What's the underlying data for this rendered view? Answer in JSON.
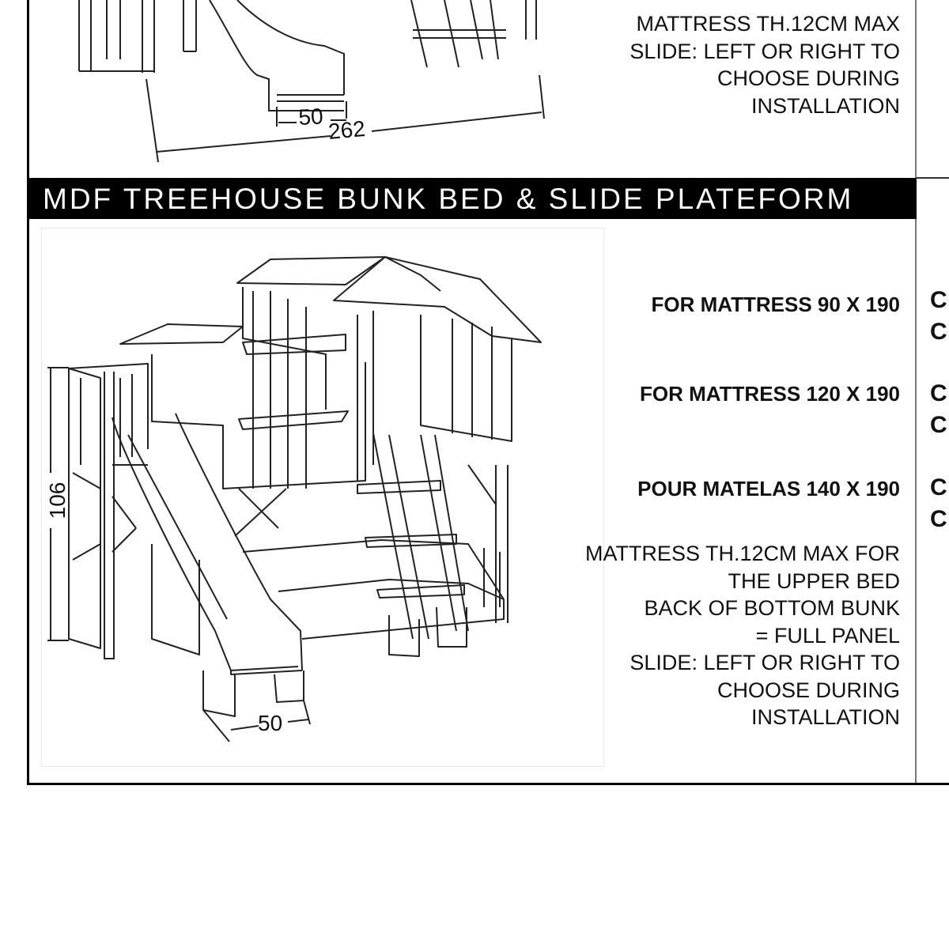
{
  "top_section": {
    "notes": [
      "MATTRESS TH.12CM MAX",
      "SLIDE: LEFT OR RIGHT TO",
      "CHOOSE DURING",
      "INSTALLATION"
    ],
    "dimensions": {
      "slide_width": "50",
      "total_length": "262"
    }
  },
  "main_section": {
    "title": "MDF TREEHOUSE BUNK BED & SLIDE PLATEFORM",
    "specs": [
      "FOR MATTRESS  90 X 190",
      "FOR MATTRESS 120 X 190",
      "POUR MATELAS 140 X 190"
    ],
    "notes": [
      "MATTRESS TH.12CM MAX FOR",
      "THE UPPER BED",
      "BACK OF BOTTOM BUNK",
      "= FULL PANEL",
      "SLIDE: LEFT OR RIGHT TO",
      "CHOOSE DURING",
      "INSTALLATION"
    ],
    "dimensions": {
      "height": "106",
      "slide_width": "50"
    },
    "clipped_column": [
      "C",
      "C",
      "C",
      "C",
      "C",
      "C"
    ]
  }
}
